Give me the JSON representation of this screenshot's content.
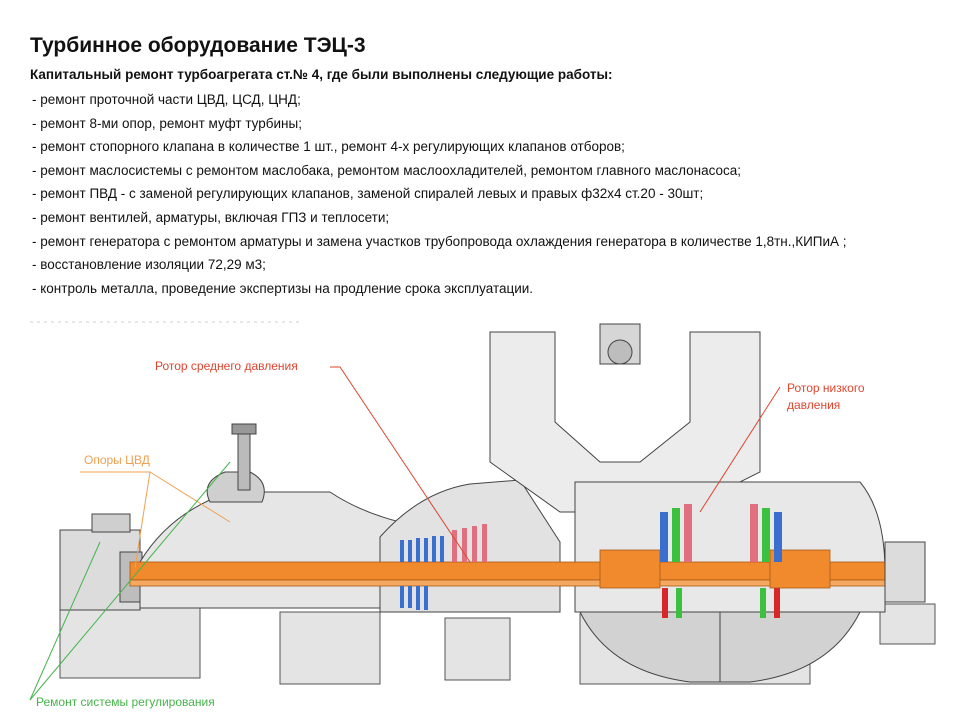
{
  "slide": {
    "title": "Турбинное оборудование ТЭЦ-3",
    "subtitle": "Капитальный ремонт турбоагрегата ст.№ 4, где были выполнены следующие работы:",
    "works": [
      " - ремонт проточной части ЦВД, ЦСД, ЦНД;",
      " - ремонт 8-ми опор,  ремонт муфт турбины;",
      " - ремонт стопорного клапана в количестве 1 шт., ремонт 4-х регулирующих клапанов отборов;",
      " - ремонт маслосистемы с ремонтом маслобака, ремонтом маслоохладителей, ремонтом главного маслонасоса;",
      " - ремонт ПВД - с заменой регулирующих  клапанов, заменой спиралей левых и правых  ф32х4 ст.20 - 30шт;",
      " - ремонт вентилей, арматуры, включая ГПЗ и теплосети;",
      " - ремонт генератора с ремонтом арматуры и замена участков трубопровода охлаждения генератора в количестве 1,8тн.,КИПиА ;",
      " - восстановление изоляции 72,29 м3;",
      " - контроль металла, проведение экспертизы на продление срока эксплуатации."
    ]
  },
  "diagram": {
    "labels": {
      "rotor_mid": "Ротор среднего давления",
      "rotor_low_line1": "Ротор низкого",
      "rotor_low_line2": "давления",
      "hp_supports": "Опоры ЦВД",
      "regulation_repair": "Ремонт системы регулирования"
    },
    "colors": {
      "rotor": "#f08a2c",
      "red_callout": "#e0452f",
      "orange_callout": "#f0a050",
      "green_callout": "#46b44a",
      "blades_blue": "#3a6fd0",
      "blades_pink": "#e07080",
      "blades_green": "#3cc040",
      "casing": "#d8d8d8"
    }
  }
}
